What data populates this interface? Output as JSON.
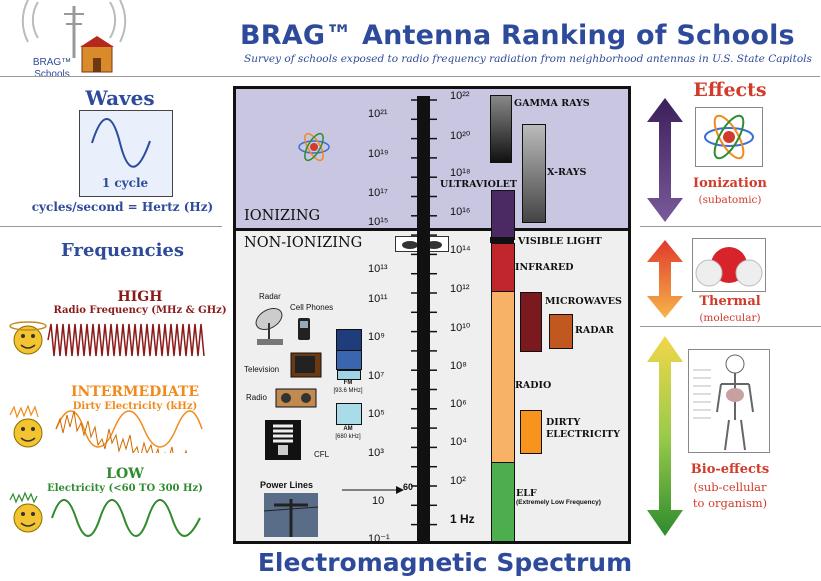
{
  "header": {
    "title": "BRAG™ Antenna Ranking of Schools",
    "subtitle": "Survey of schools exposed to radio frequency radiation from neighborhood antennas in U.S. State Capitols",
    "logo_text": "BRAG™\nSchools"
  },
  "left": {
    "waves_heading": "Waves",
    "cycle_caption": "1 cycle",
    "hertz_caption": "cycles/second = Hertz (Hz)",
    "frequencies_heading": "Frequencies",
    "high_title": "HIGH",
    "high_sub": "Radio Frequency (MHz & GHz)",
    "intermediate_title": "INTERMEDIATE",
    "intermediate_sub": "Dirty Electricity (kHz)",
    "low_title": "LOW",
    "low_sub": "Electricity (<60 TO 300 Hz)"
  },
  "spectrum": {
    "ionizing_label": "IONIZING",
    "non_ionizing_label": "NON-IONIZING",
    "bottom_title": "Electromagnetic Spectrum",
    "left_ticks": [
      "10²¹",
      "10¹⁹",
      "10¹⁷",
      "10¹⁵",
      "10¹³",
      "10¹¹",
      "10⁹",
      "10⁷",
      "10⁵",
      "10³",
      "10",
      "10⁻¹"
    ],
    "right_ticks": [
      "10²²",
      "10²⁰",
      "10¹⁸",
      "10¹⁶",
      "10¹⁴",
      "10¹²",
      "10¹⁰",
      "10⁸",
      "10⁶",
      "10⁴",
      "10²",
      "1 Hz"
    ],
    "marker_60": "60",
    "bands": {
      "gamma": "GAMMA RAYS",
      "xrays": "X-RAYS",
      "ultraviolet": "ULTRAVIOLET",
      "visible": "VISIBLE LIGHT",
      "infrared": "INFRARED",
      "microwaves": "MICROWAVES",
      "radar": "RADAR",
      "radio": "RADIO",
      "dirty1": "DIRTY",
      "dirty2": "ELECTRICITY",
      "elf": "ELF",
      "elf_sub": "(Extremely Low Frequency)"
    },
    "sources": {
      "radar": "Radar",
      "cell": "Cell Phones",
      "tv": "Television",
      "radio": "Radio",
      "fm": "FM",
      "fm_freq": "[93.6 MHz]",
      "am": "AM",
      "am_freq": "[680 kHz]",
      "cfl": "CFL",
      "power": "Power Lines"
    },
    "colors": {
      "ionizing_bg": "#c9c6e2",
      "non_ionizing_bg": "#efefef",
      "infrared": "#c0272d",
      "radio": "#f7b267",
      "elf": "#4cae4c",
      "uv": "#4b2a63",
      "microwave": "#7a1a1e",
      "radar": "#c0581f",
      "dirty": "#f7941d"
    }
  },
  "effects": {
    "heading": "Effects",
    "ionization": "Ionization",
    "ionization_sub": "(subatomic)",
    "thermal": "Thermal",
    "thermal_sub": "(molecular)",
    "bio": "Bio-effects",
    "bio_sub1": "(sub-cellular",
    "bio_sub2": "to organism)"
  }
}
